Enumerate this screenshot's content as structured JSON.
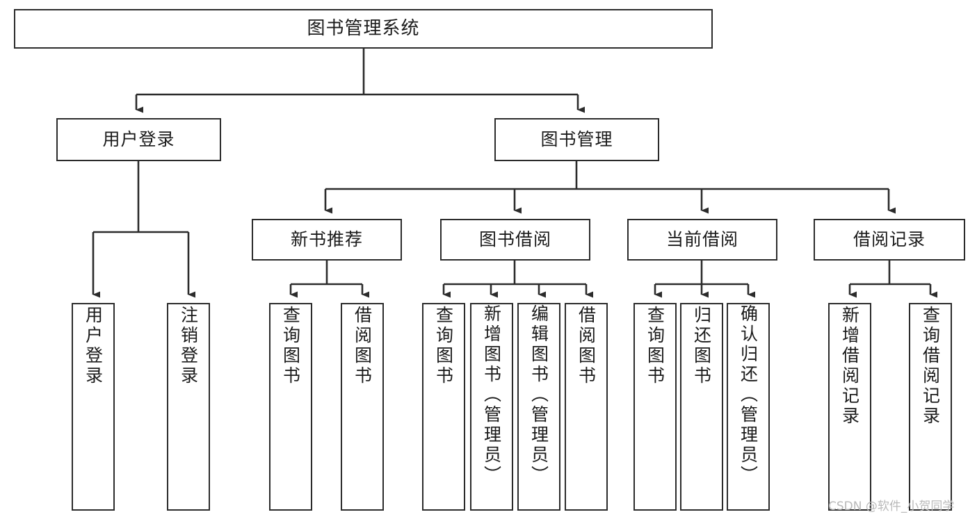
{
  "diagram": {
    "title": "图书管理系统",
    "type": "tree-hierarchy",
    "watermark": "CSDN @软件_小贺同学",
    "colors": {
      "box_border": "#2b2b2b",
      "box_fill": "#ffffff",
      "edge": "#2b2b2b",
      "text": "#1a1a1a",
      "watermark": "#b9b9b9",
      "background": "#ffffff"
    },
    "nodes": {
      "root": {
        "label": "图书管理系统"
      },
      "level2": [
        {
          "id": "user-login",
          "label": "用户登录"
        },
        {
          "id": "book-manage",
          "label": "图书管理"
        }
      ],
      "level3": [
        {
          "id": "new-book-recommend",
          "label": "新书推荐"
        },
        {
          "id": "book-borrow",
          "label": "图书借阅"
        },
        {
          "id": "current-borrow",
          "label": "当前借阅"
        },
        {
          "id": "borrow-record",
          "label": "借阅记录"
        }
      ],
      "leaves": {
        "user_login": [
          {
            "id": "leaf-user-login",
            "label": "用户登录"
          },
          {
            "id": "leaf-logout-login",
            "label": "注销登录"
          }
        ],
        "new_book_recommend": [
          {
            "id": "leaf-query-book-1",
            "label": "查询图书"
          },
          {
            "id": "leaf-borrow-book-1",
            "label": "借阅图书"
          }
        ],
        "book_borrow": [
          {
            "id": "leaf-query-book-2",
            "label": "查询图书"
          },
          {
            "id": "leaf-add-book",
            "label": "新增图书（管理员）"
          },
          {
            "id": "leaf-edit-book",
            "label": "编辑图书（管理员）"
          },
          {
            "id": "leaf-borrow-book-2",
            "label": "借阅图书"
          }
        ],
        "current_borrow": [
          {
            "id": "leaf-query-book-3",
            "label": "查询图书"
          },
          {
            "id": "leaf-return-book",
            "label": "归还图书"
          },
          {
            "id": "leaf-confirm-return",
            "label": "确认归还（管理员）"
          }
        ],
        "borrow_record": [
          {
            "id": "leaf-add-record",
            "label": "新增借阅记录"
          },
          {
            "id": "leaf-query-record",
            "label": "查询借阅记录"
          }
        ]
      }
    }
  }
}
